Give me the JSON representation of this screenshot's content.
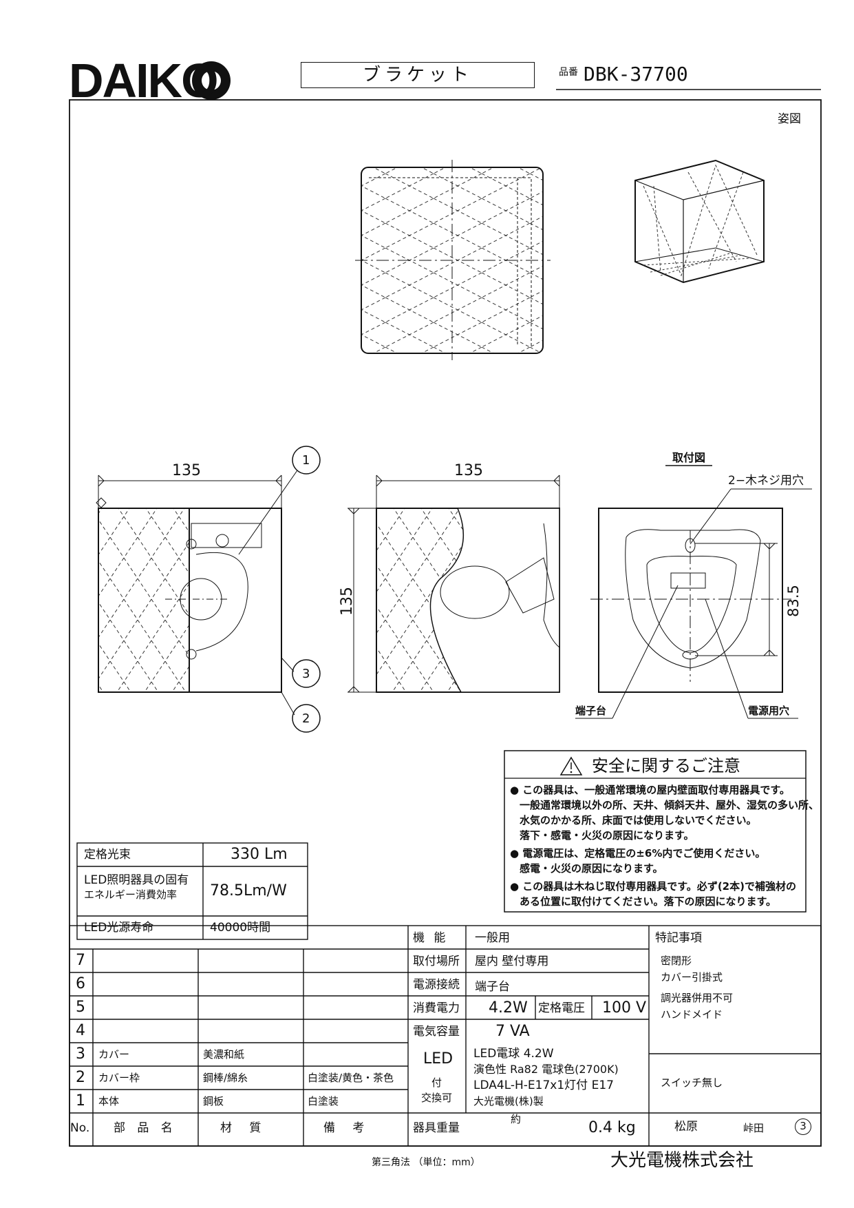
{
  "header": {
    "brand": "DAIKO",
    "product_type": "ブラケット",
    "part_no_label": "品番",
    "part_no": "DBK-37700"
  },
  "drawing": {
    "view_label": "姿図",
    "mount_title": "取付図",
    "dim_width_1": "135",
    "dim_width_2": "135",
    "dim_height": "135",
    "dim_83": "83.5",
    "screw_holes": "2−木ネジ用穴",
    "terminal": "端子台",
    "power_hole": "電源用穴",
    "callout_1": "1",
    "callout_2": "2",
    "callout_3": "3"
  },
  "safety": {
    "title": "安全に関するご注意",
    "lines": [
      "● この器具は、一般通常環境の屋内壁面取付専用器具です。",
      "一般通常環境以外の所、天井、傾斜天井、屋外、湿気の多い所、",
      "水気のかかる所、床面では使用しないでください。",
      "落下・感電・火災の原因になります。",
      "● 電源電圧は、定格電圧の±6%内でご使用ください。",
      "感電・火災の原因になります。",
      "● この器具は木ねじ取付専用器具です。必ず(2本)で補強材の",
      "ある位置に取付けてください。落下の原因になります。"
    ]
  },
  "specs": {
    "rated_flux_label": "定格光束",
    "rated_flux": "330 Lm",
    "efficiency_label_1": "LED照明器具の固有",
    "efficiency_label_2": "エネルギー消費効率",
    "efficiency": "78.5Lm/W",
    "life_label": "LED光源寿命",
    "life": "40000時間"
  },
  "parts": {
    "rows": [
      {
        "no": "7",
        "name": "",
        "material": "",
        "note": ""
      },
      {
        "no": "6",
        "name": "",
        "material": "",
        "note": ""
      },
      {
        "no": "5",
        "name": "",
        "material": "",
        "note": ""
      },
      {
        "no": "4",
        "name": "",
        "material": "",
        "note": ""
      },
      {
        "no": "3",
        "name": "カバー",
        "material": "美濃和紙",
        "note": ""
      },
      {
        "no": "2",
        "name": "カバー枠",
        "material": "鋼棒/綿糸",
        "note": "白塗装/黄色・茶色"
      },
      {
        "no": "1",
        "name": "本体",
        "material": "鋼板",
        "note": "白塗装"
      }
    ],
    "header_no": "No.",
    "header_name": "部 品 名",
    "header_material": "材 質",
    "header_note": "備 考"
  },
  "function": {
    "func_label": "機 能",
    "func": "一般用",
    "place_label": "取付場所",
    "place": "屋内 壁付専用",
    "conn_label": "電源接続",
    "conn": "端子台",
    "power_label": "消費電力",
    "power": "4.2W",
    "rated_v_label": "定格電圧",
    "rated_v": "100 V",
    "capacity_label": "電気容量",
    "capacity": "7 VA",
    "led_label": "LED",
    "led_sub1": "付",
    "led_sub2": "交換可",
    "led_l1": "LED電球 4.2W",
    "led_l2": "演色性 Ra82 電球色(2700K)",
    "led_l3": "LDA4L-H-E17x1灯付 E17",
    "led_l4": "大光電機(株)製",
    "weight_label": "器具重量",
    "weight_approx": "約",
    "weight": "0.4 kg"
  },
  "notes": {
    "title": "特記事項",
    "items": [
      "密閉形",
      "カバー引掛式",
      "調光器併用不可",
      "ハンドメイド"
    ],
    "switch": "スイッチ無し",
    "sign_1": "松原",
    "sign_2": "峠田",
    "rev": "3"
  },
  "footer": {
    "projection": "第三角法 （単位：mm）",
    "company": "大光電機株式会社"
  }
}
